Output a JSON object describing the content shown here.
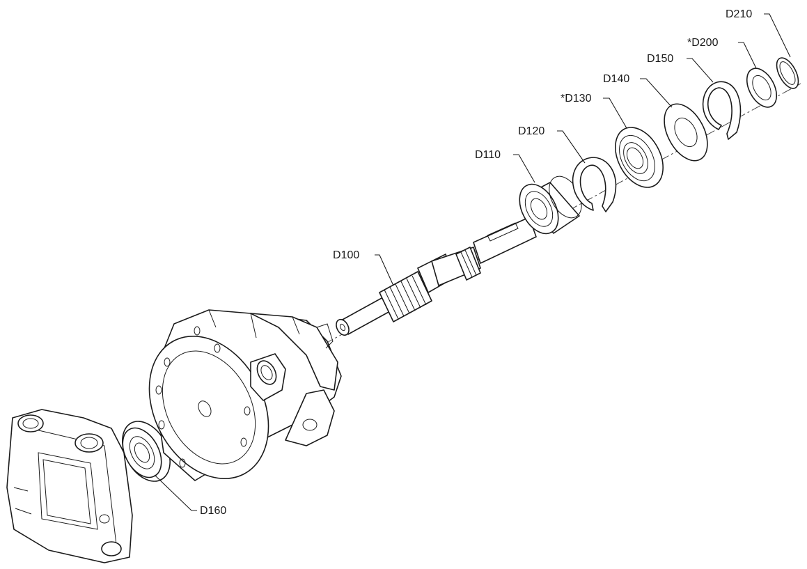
{
  "labels": {
    "d100": "D100",
    "d110": "D110",
    "d120": "D120",
    "d130": "*D130",
    "d140": "D140",
    "d150": "D150",
    "d160": "D160",
    "d200": "*D200",
    "d210": "D210"
  }
}
